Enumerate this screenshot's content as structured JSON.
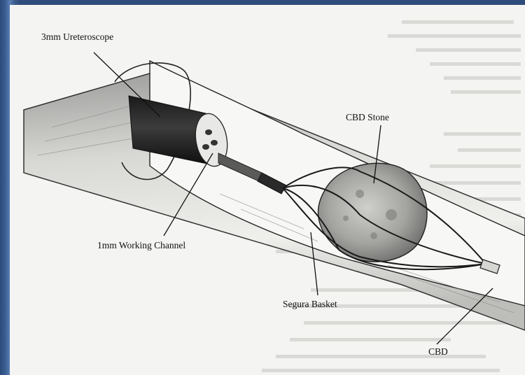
{
  "figure": {
    "labels": {
      "ureteroscope": "3mm Ureteroscope",
      "stone": "CBD Stone",
      "working_channel": "1mm Working Channel",
      "basket": "Segura Basket",
      "duct": "CBD"
    }
  }
}
